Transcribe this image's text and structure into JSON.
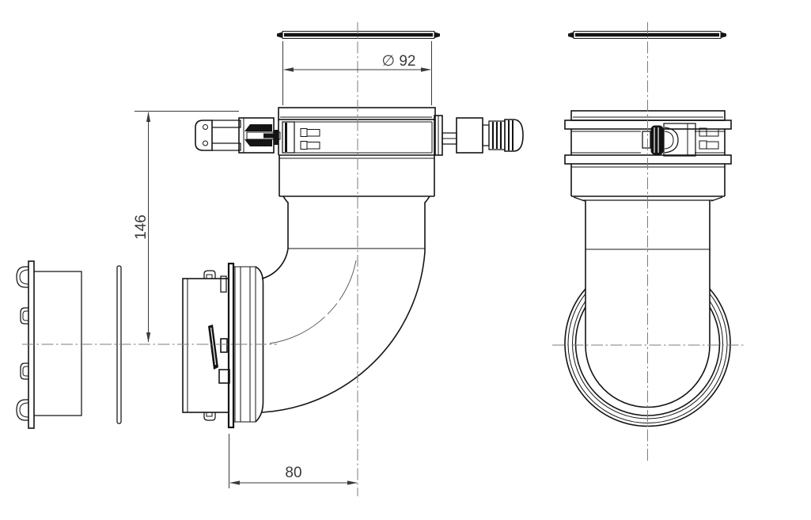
{
  "dimensions": {
    "flange_diameter": {
      "symbol": "∅",
      "value": "92",
      "label": "∅ 92"
    },
    "height": {
      "value": "146",
      "label": "146"
    },
    "horizontal_offset": {
      "value": "80",
      "label": "80"
    }
  },
  "colors": {
    "background": "#ffffff",
    "outline": "#141414",
    "centerline": "#7d7d7d",
    "dimension": "#3a3a3a"
  }
}
